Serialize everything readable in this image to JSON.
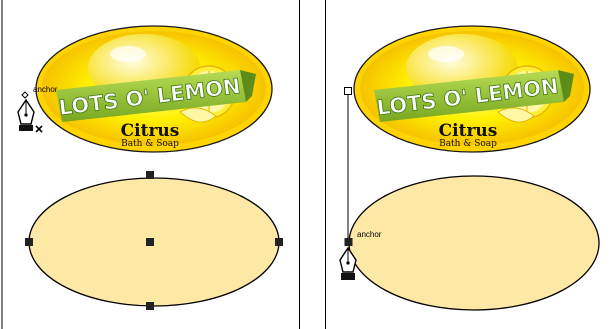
{
  "label": {
    "main": "LOTS O' LEMON",
    "brand": "Citrus",
    "tagline": "Bath & Soap"
  },
  "panels": [
    {
      "anchor_label": "anchor"
    },
    {
      "anchor_label": "anchor"
    }
  ],
  "colors": {
    "ellipse_fill": "#fde8a6",
    "lemon_yellow": "#ffee00",
    "banner_green": "#9cc83a",
    "anchor_handle": "#222222"
  },
  "icons": [
    "pen-tool-icon",
    "pen-tool-close-path-icon",
    "anchor-point-icon",
    "center-point-icon"
  ]
}
